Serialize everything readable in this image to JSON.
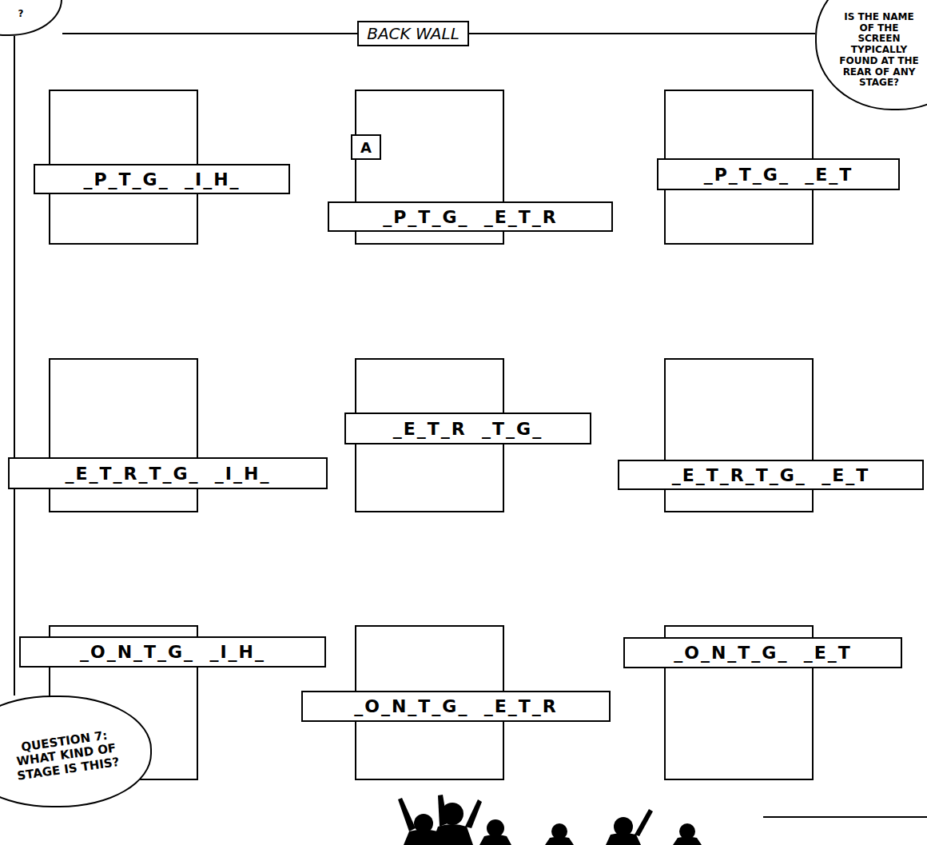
{
  "diagram": {
    "nodes": [
      {
        "text": [
          "?"
        ]
      },
      {
        "text": [
          "BACK WALL"
        ]
      },
      {
        "text": [
          "IS THE NAME OF THE SCREEN TYPICALLY FOUND AT THE REAR OF ANY STAGE?"
        ]
      },
      {
        "text": [
          "_P_T_G_  _I_H_"
        ]
      },
      {
        "text": [
          "A"
        ]
      },
      {
        "text": [
          "_P_T_G_  _E_T_R"
        ]
      },
      {
        "text": [
          "_P_T_G_  _E_T"
        ]
      },
      {
        "text": [
          "_E_T_R_T_G_  _I_H_"
        ]
      },
      {
        "text": [
          "_E_T_R  _T_G_"
        ]
      },
      {
        "text": [
          "_E_T_R_T_G_  _E_T"
        ]
      },
      {
        "text": [
          "_O_N_T_G_  _I_H_"
        ]
      },
      {
        "text": [
          "_O_N_T_G_  _E_T_R"
        ]
      },
      {
        "text": [
          "_O_N_T_G_  _E_T"
        ]
      },
      {
        "text": [
          "QUESTION 7: WHAT KIND OF STAGE IS THIS?"
        ]
      }
    ],
    "edges": [
      {
        "from": 0,
        "to": 1,
        "arrow": "none"
      },
      {
        "from": 1,
        "to": 2,
        "arrow": "none"
      },
      {
        "from": 0,
        "to": 13,
        "arrow": "none"
      }
    ]
  }
}
